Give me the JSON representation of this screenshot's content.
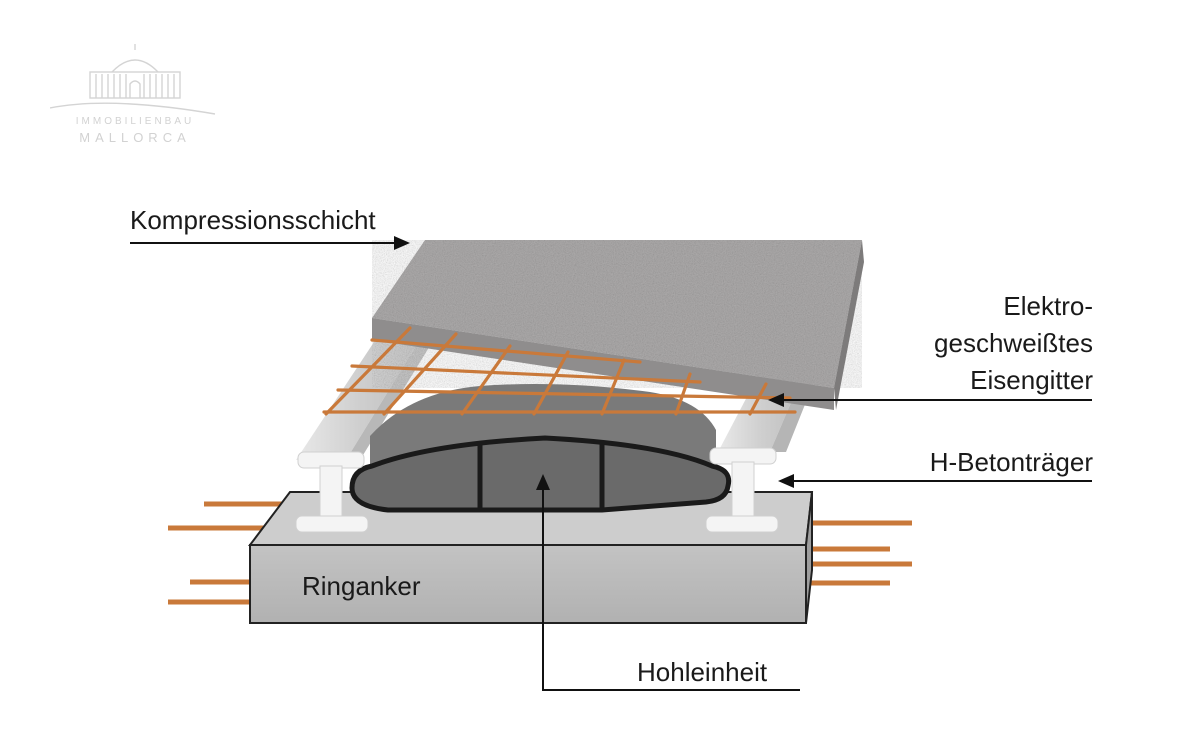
{
  "logo": {
    "line1": "IMMOBILIENBAU",
    "line2": "MALLORCA"
  },
  "labels": {
    "compression_layer": "Kompressionsschicht",
    "mesh_line1": "Elektro-",
    "mesh_line2": "geschweißtes",
    "mesh_line3": "Eisengitter",
    "h_beam": "H-Betonträger",
    "ring_beam": "Ringanker",
    "hollow_unit": "Hohleinheit"
  },
  "colors": {
    "slab": "#a9a7a7",
    "beam": "#d8d8d8",
    "block": "#6d6d6d",
    "base": "#b9b9b9",
    "rebar": "#c9793a"
  }
}
